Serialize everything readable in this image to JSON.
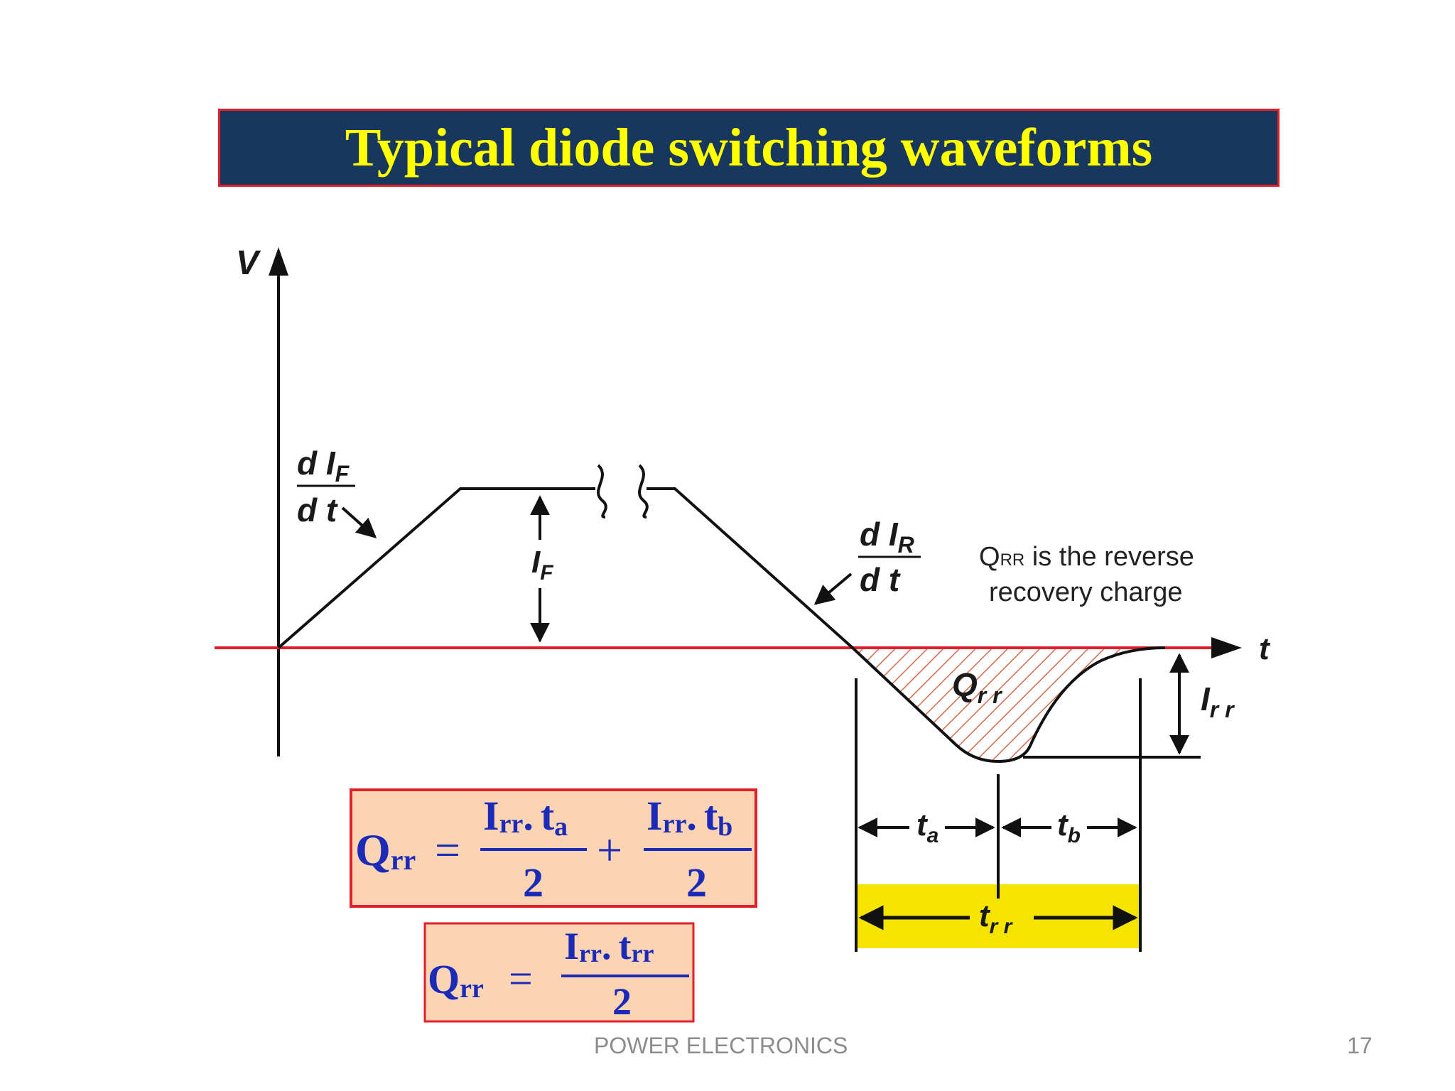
{
  "title": "Typical diode switching waveforms",
  "axes": {
    "y_label": "V",
    "x_label": "t"
  },
  "labels": {
    "dif_num": "d I",
    "dif_sub": "F",
    "dif_den": "d t",
    "if_main": "I",
    "if_sub": "F",
    "dir_num": "d I",
    "dir_sub": "R",
    "dir_den": "d t",
    "qrr_main": "Q",
    "qrr_sub": "r r",
    "irr_main": "I",
    "irr_sub": "r r",
    "ta_main": "t",
    "ta_sub": "a",
    "tb_main": "t",
    "tb_sub": "b",
    "trr_main": "t",
    "trr_sub": "r r"
  },
  "note": {
    "line1_q": "Q",
    "line1_sub": "RR",
    "line1_rest": " is the reverse",
    "line2": "recovery charge"
  },
  "eq1": {
    "lhs": "Q",
    "lhs_sub": "rr",
    "equals": "=",
    "t1_i": "I",
    "t1_isub": "rr",
    "t1_dot": ".",
    "t1_t": "t",
    "t1_tsub": "a",
    "t1_den": "2",
    "plus": "+",
    "t2_i": "I",
    "t2_isub": "rr",
    "t2_dot": ".",
    "t2_t": "t",
    "t2_tsub": "b",
    "t2_den": "2"
  },
  "eq2": {
    "lhs": "Q",
    "lhs_sub": "rr",
    "equals": "=",
    "i": "I",
    "isub": "rr",
    "dot": ".",
    "t": "t",
    "tsub": "rr",
    "den": "2"
  },
  "footer": {
    "center": "POWER ELECTRONICS",
    "page": "17"
  },
  "colors": {
    "title_bg": "#17375e",
    "title_text": "#ffff00",
    "axis_red": "#e0202a",
    "trr_band": "#f5e400",
    "eq_bg": "#fbd4b4",
    "eq_text": "#1c2ab8"
  }
}
